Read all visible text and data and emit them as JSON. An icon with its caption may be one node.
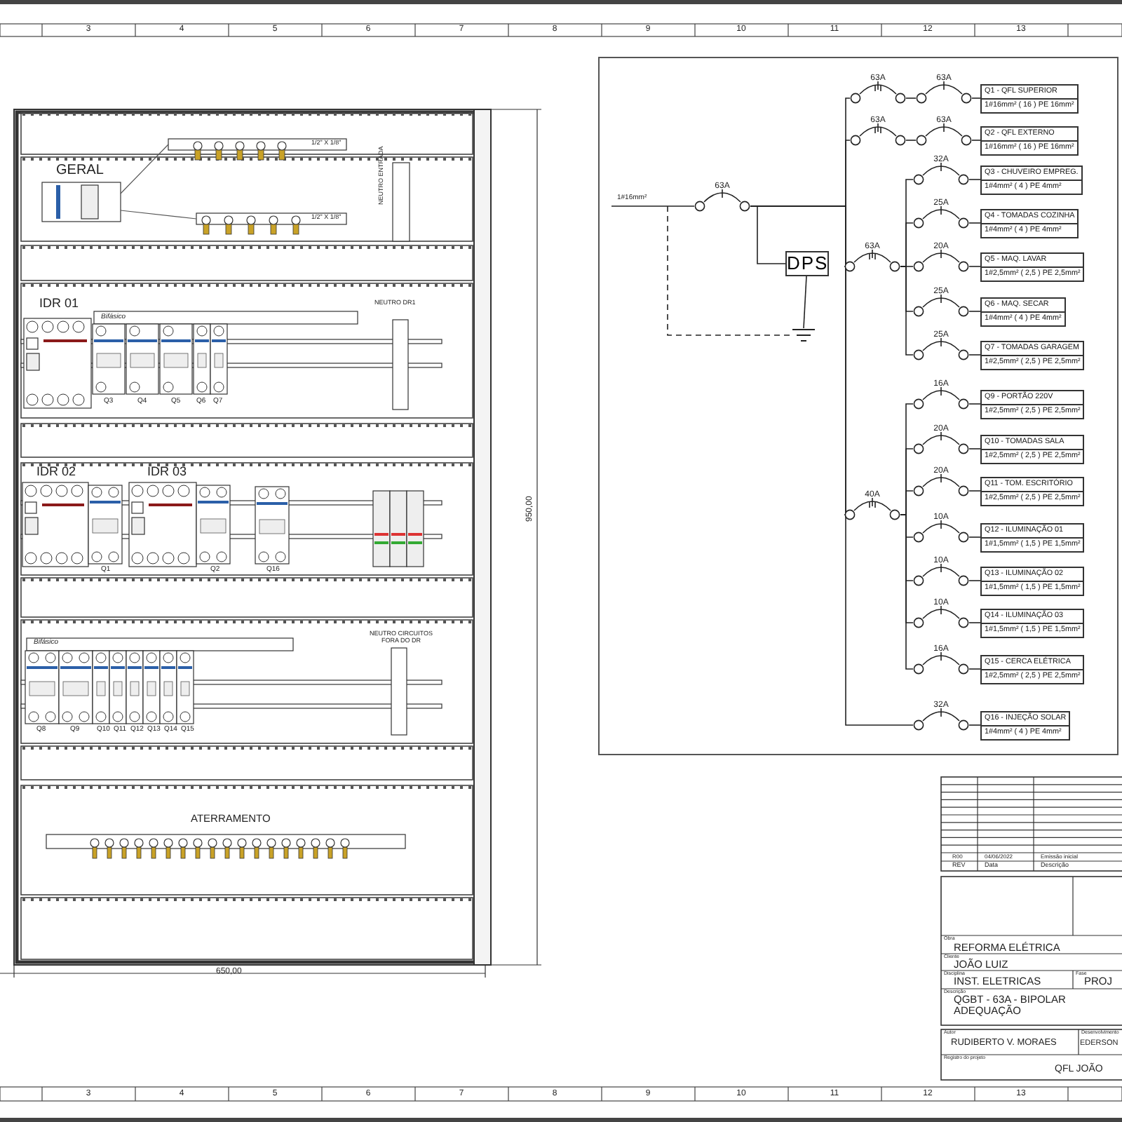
{
  "diagram": {
    "nodes": [
      {
        "text": [
          "63A"
        ]
      },
      {
        "text": [
          "DPS"
        ]
      },
      {
        "text": [],
        "shape": "ground"
      },
      {
        "text": [
          "63A"
        ]
      },
      {
        "text": [
          "63A"
        ]
      },
      {
        "text": [
          "Q1 - QFL SUPERIOR",
          "1#16mm² ( 16 ) PE 16mm²"
        ]
      },
      {
        "text": [
          "63A"
        ]
      },
      {
        "text": [
          "63A"
        ]
      },
      {
        "text": [
          "Q2 - QFL EXTERNO",
          "1#16mm² ( 16 ) PE 16mm²"
        ]
      },
      {
        "text": [
          "63A"
        ]
      },
      {
        "text": [
          "32A"
        ]
      },
      {
        "text": [
          "Q3 - CHUVEIRO EMPREG.",
          "1#4mm² ( 4 ) PE 4mm²"
        ]
      },
      {
        "text": [
          "25A"
        ]
      },
      {
        "text": [
          "Q4 - TOMADAS COZINHA",
          "1#4mm² ( 4 ) PE 4mm²"
        ]
      },
      {
        "text": [
          "20A"
        ]
      },
      {
        "text": [
          "Q5 - MAQ. LAVAR",
          "1#2,5mm² ( 2,5 ) PE 2,5mm²"
        ]
      },
      {
        "text": [
          "25A"
        ]
      },
      {
        "text": [
          "Q6 - MAQ. SECAR",
          "1#4mm² ( 4 ) PE 4mm²"
        ]
      },
      {
        "text": [
          "25A"
        ]
      },
      {
        "text": [
          "Q7 - TOMADAS GARAGEM",
          "1#2,5mm² ( 2,5 ) PE 2,5mm²"
        ]
      },
      {
        "text": [
          "40A"
        ]
      },
      {
        "text": [
          "16A"
        ]
      },
      {
        "text": [
          "Q9 - PORTÃO 220V",
          "1#2,5mm² ( 2,5 ) PE 2,5mm²"
        ]
      },
      {
        "text": [
          "20A"
        ]
      },
      {
        "text": [
          "Q10 - TOMADAS SALA",
          "1#2,5mm² ( 2,5 ) PE 2,5mm²"
        ]
      },
      {
        "text": [
          "20A"
        ]
      },
      {
        "text": [
          "Q11 - TOM. ESCRITÓRIO",
          "1#2,5mm² ( 2,5 ) PE 2,5mm²"
        ]
      },
      {
        "text": [
          "10A"
        ]
      },
      {
        "text": [
          "Q12 - ILUMINAÇÃO 01",
          "1#1,5mm² ( 1,5 ) PE 1,5mm²"
        ]
      },
      {
        "text": [
          "10A"
        ]
      },
      {
        "text": [
          "Q13 - ILUMINAÇÃO 02",
          "1#1,5mm² ( 1,5 ) PE 1,5mm²"
        ]
      },
      {
        "text": [
          "10A"
        ]
      },
      {
        "text": [
          "Q14 - ILUMINAÇÃO 03",
          "1#1,5mm² ( 1,5 ) PE 1,5mm²"
        ]
      },
      {
        "text": [
          "16A"
        ]
      },
      {
        "text": [
          "Q15 - CERCA ELÉTRICA",
          "1#2,5mm² ( 2,5 ) PE 2,5mm²"
        ]
      },
      {
        "text": [
          "32A"
        ]
      },
      {
        "text": [
          "Q16 - INJEÇÃO SOLAR",
          "1#4mm² ( 4 ) PE 4mm²"
        ]
      }
    ],
    "edges": [
      {
        "from": null,
        "to": 0,
        "arrow": "none",
        "label": "1#16mm²"
      },
      {
        "from": 0,
        "to": 1,
        "arrow": "none"
      },
      {
        "from": 1,
        "to": 2,
        "arrow": "none"
      },
      {
        "from": null,
        "to": 2,
        "arrow": "none",
        "style": "dashed"
      },
      {
        "from": 0,
        "to": 3,
        "arrow": "none"
      },
      {
        "from": 3,
        "to": 4,
        "arrow": "none"
      },
      {
        "from": 4,
        "to": 5,
        "arrow": "none"
      },
      {
        "from": 0,
        "to": 6,
        "arrow": "none"
      },
      {
        "from": 6,
        "to": 7,
        "arrow": "none"
      },
      {
        "from": 7,
        "to": 8,
        "arrow": "none"
      },
      {
        "from": 0,
        "to": 9,
        "arrow": "none"
      },
      {
        "from": 9,
        "to": 10,
        "arrow": "none"
      },
      {
        "from": 10,
        "to": 11,
        "arrow": "none"
      },
      {
        "from": 9,
        "to": 12,
        "arrow": "none"
      },
      {
        "from": 12,
        "to": 13,
        "arrow": "none"
      },
      {
        "from": 9,
        "to": 14,
        "arrow": "none"
      },
      {
        "from": 14,
        "to": 15,
        "arrow": "none"
      },
      {
        "from": 9,
        "to": 16,
        "arrow": "none"
      },
      {
        "from": 16,
        "to": 17,
        "arrow": "none"
      },
      {
        "from": 9,
        "to": 18,
        "arrow": "none"
      },
      {
        "from": 18,
        "to": 19,
        "arrow": "none"
      },
      {
        "from": 0,
        "to": 20,
        "arrow": "none"
      },
      {
        "from": 20,
        "to": 21,
        "arrow": "none"
      },
      {
        "from": 21,
        "to": 22,
        "arrow": "none"
      },
      {
        "from": 20,
        "to": 23,
        "arrow": "none"
      },
      {
        "from": 23,
        "to": 24,
        "arrow": "none"
      },
      {
        "from": 20,
        "to": 25,
        "arrow": "none"
      },
      {
        "from": 25,
        "to": 26,
        "arrow": "none"
      },
      {
        "from": 20,
        "to": 27,
        "arrow": "none"
      },
      {
        "from": 27,
        "to": 28,
        "arrow": "none"
      },
      {
        "from": 20,
        "to": 29,
        "arrow": "none"
      },
      {
        "from": 29,
        "to": 30,
        "arrow": "none"
      },
      {
        "from": 20,
        "to": 31,
        "arrow": "none"
      },
      {
        "from": 31,
        "to": 32,
        "arrow": "none"
      },
      {
        "from": 20,
        "to": 33,
        "arrow": "none"
      },
      {
        "from": 33,
        "to": 34,
        "arrow": "none"
      },
      {
        "from": 0,
        "to": 35,
        "arrow": "none"
      },
      {
        "from": 35,
        "to": 36,
        "arrow": "none"
      }
    ],
    "labels": [
      "3",
      "4",
      "5",
      "6",
      "7",
      "8",
      "9",
      "10",
      "11",
      "12",
      "13",
      "3",
      "4",
      "5",
      "6",
      "7",
      "8",
      "9",
      "10",
      "11",
      "12",
      "13",
      "GERAL",
      "1/2\" X 1/8\"",
      "1/2\" X 1/8\"",
      "NEUTRO ENTRADA",
      "IDR 01",
      "Bifásico",
      "NEUTRO DR1",
      "Q3",
      "Q4",
      "Q5",
      "Q6",
      "Q7",
      "IDR 02",
      "IDR 03",
      "Q1",
      "Q2",
      "Q16",
      "Bifásico",
      "NEUTRO CIRCUITOS FORA DO DR",
      "Q8",
      "Q9",
      "Q10",
      "Q11",
      "Q12",
      "Q13",
      "Q14",
      "Q15",
      "ATERRAMENTO",
      "950,00",
      "650,00",
      "R00",
      "04/06/2022",
      "Emissão inicial",
      "REV",
      "Data",
      "Descrição",
      "Obra",
      "REFORMA ELÉTRICA",
      "Cliente",
      "JOÃO LUIZ",
      "Disciplina",
      "INST. ELETRICAS",
      "Fase",
      "PROJ",
      "Descrição",
      "QGBT - 63A - BIPOLAR ADEQUAÇÃO",
      "Autor",
      "RUDIBERTO V. MORAES",
      "Desenvolvimento",
      "EDERSON",
      "Registro do projeto",
      "QFL JOÃO"
    ]
  }
}
